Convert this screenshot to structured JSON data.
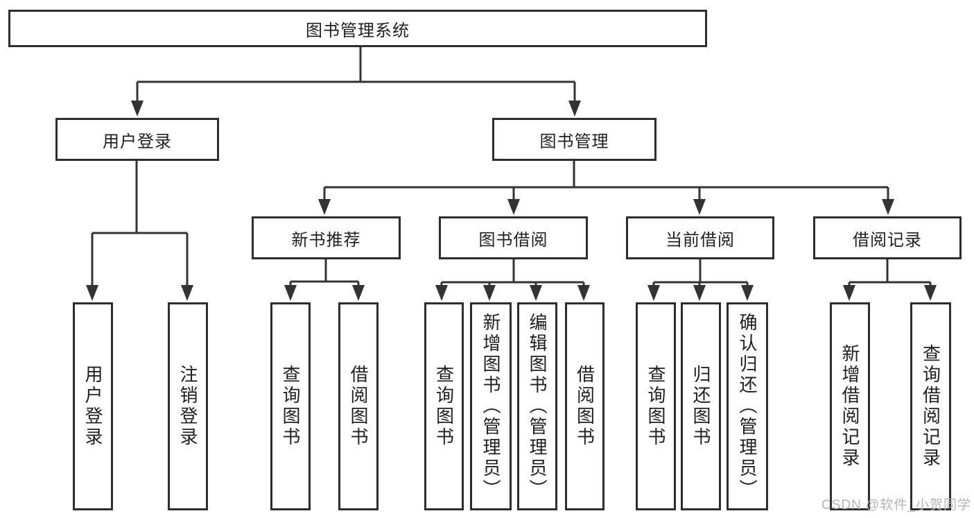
{
  "diagram": {
    "tree": {
      "label": "图书管理系统",
      "children": [
        {
          "label": "用户登录",
          "children": [
            {
              "label": "用户登录"
            },
            {
              "label": "注销登录"
            }
          ]
        },
        {
          "label": "图书管理",
          "children": [
            {
              "label": "新书推荐",
              "children": [
                {
                  "label": "查询图书"
                },
                {
                  "label": "借阅图书"
                }
              ]
            },
            {
              "label": "图书借阅",
              "children": [
                {
                  "label": "查询图书"
                },
                {
                  "label": "新增图书（管理员）"
                },
                {
                  "label": "编辑图书（管理员）"
                },
                {
                  "label": "借阅图书"
                }
              ]
            },
            {
              "label": "当前借阅",
              "children": [
                {
                  "label": "查询图书"
                },
                {
                  "label": "归还图书"
                },
                {
                  "label": "确认归还（管理员）"
                }
              ]
            },
            {
              "label": "借阅记录",
              "children": [
                {
                  "label": "新增借阅记录"
                },
                {
                  "label": "查询借阅记录"
                }
              ]
            }
          ]
        }
      ]
    },
    "colors": {
      "line": "#333333",
      "box_border": "#2d2d2d",
      "text": "#1f1f1f",
      "watermark": "#b5b5b5",
      "background": "#ffffff"
    }
  },
  "watermark": {
    "text": "CSDN @软件_小贺同学"
  }
}
